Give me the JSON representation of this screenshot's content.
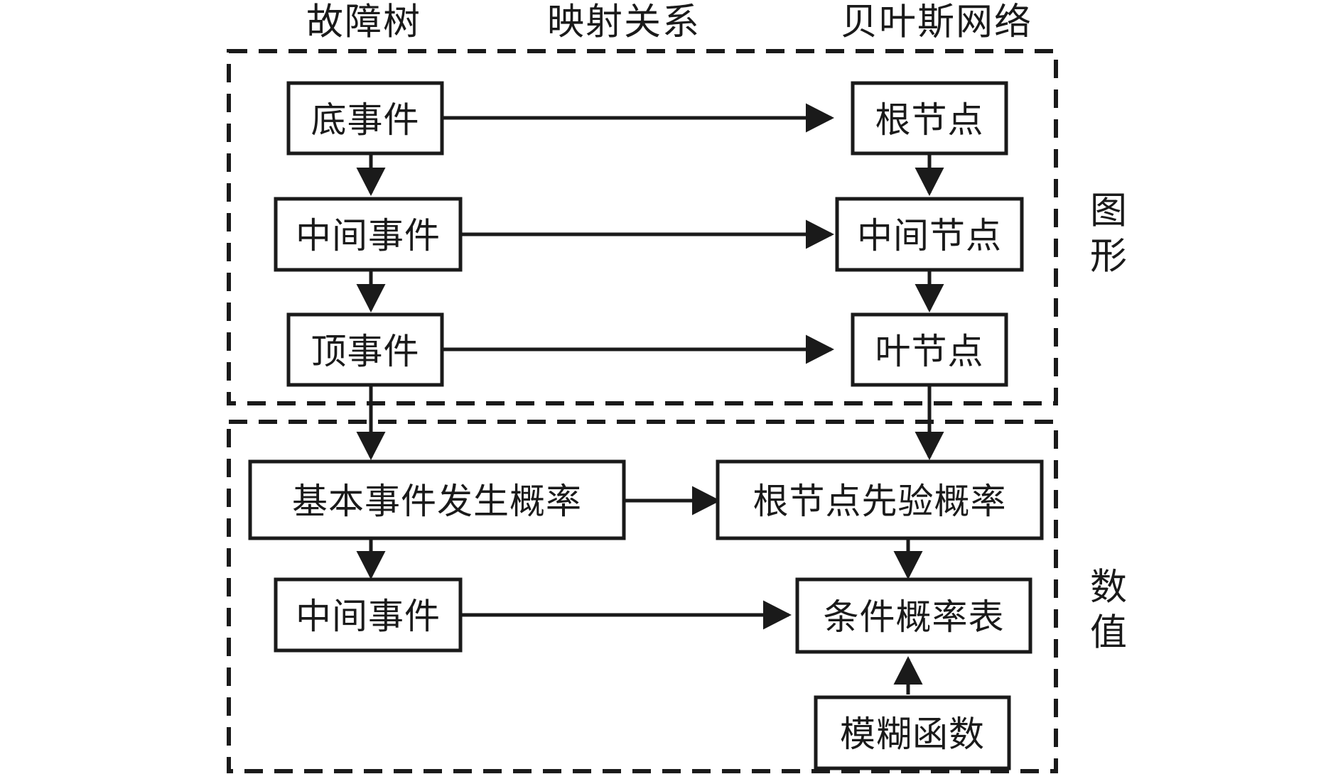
{
  "diagram": {
    "title_row": {
      "left": "故障树",
      "middle": "映射关系",
      "right": "贝叶斯网络"
    },
    "side_labels": {
      "upper": {
        "line1": "图",
        "line2": "形"
      },
      "lower": {
        "line1": "数",
        "line2": "值"
      }
    },
    "sections": [
      {
        "id": "graphical",
        "label_ref": "图形"
      },
      {
        "id": "numerical",
        "label_ref": "数值"
      }
    ],
    "nodes": {
      "ft_bottom_event": "底事件",
      "ft_intermediate_event": "中间事件",
      "ft_top_event": "顶事件",
      "bn_root_node": "根节点",
      "bn_intermediate_node": "中间节点",
      "bn_leaf_node": "叶节点",
      "num_basic_event_prob": "基本事件发生概率",
      "num_intermediate_event": "中间事件",
      "num_root_prior_prob": "根节点先验概率",
      "num_cpt": "条件概率表",
      "num_fuzzy_function": "模糊函数"
    },
    "edges": [
      {
        "from": "ft_bottom_event",
        "to": "bn_root_node",
        "direction": "horizontal"
      },
      {
        "from": "ft_intermediate_event",
        "to": "bn_intermediate_node",
        "direction": "horizontal"
      },
      {
        "from": "ft_top_event",
        "to": "bn_leaf_node",
        "direction": "horizontal"
      },
      {
        "from": "ft_bottom_event",
        "to": "ft_intermediate_event",
        "direction": "vertical"
      },
      {
        "from": "ft_intermediate_event",
        "to": "ft_top_event",
        "direction": "vertical"
      },
      {
        "from": "ft_top_event",
        "to": "num_basic_event_prob",
        "direction": "vertical"
      },
      {
        "from": "bn_root_node",
        "to": "bn_intermediate_node",
        "direction": "vertical"
      },
      {
        "from": "bn_intermediate_node",
        "to": "bn_leaf_node",
        "direction": "vertical"
      },
      {
        "from": "bn_leaf_node",
        "to": "num_root_prior_prob",
        "direction": "vertical"
      },
      {
        "from": "num_basic_event_prob",
        "to": "num_root_prior_prob",
        "direction": "horizontal"
      },
      {
        "from": "num_basic_event_prob",
        "to": "num_intermediate_event",
        "direction": "vertical"
      },
      {
        "from": "num_root_prior_prob",
        "to": "num_cpt",
        "direction": "vertical"
      },
      {
        "from": "num_intermediate_event",
        "to": "num_cpt",
        "direction": "horizontal"
      },
      {
        "from": "num_fuzzy_function",
        "to": "num_cpt",
        "direction": "vertical-up"
      }
    ],
    "colors": {
      "stroke": "#1a1a1a",
      "background": "#ffffff"
    }
  }
}
